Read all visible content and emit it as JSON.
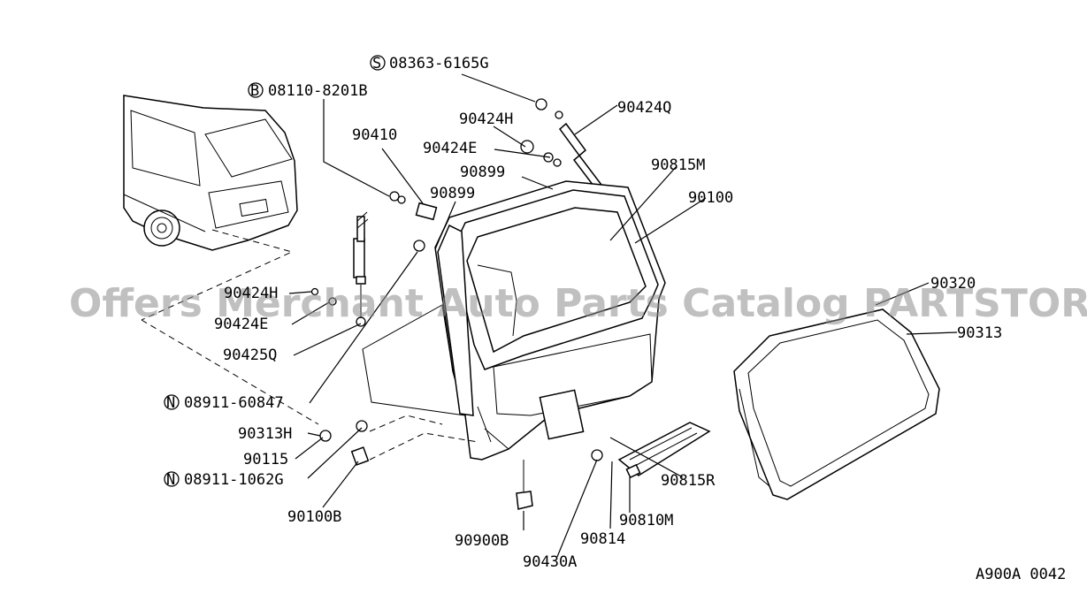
{
  "diagram": {
    "ref_code": "A900A 0042",
    "watermark": "Offers Merchant Auto Parts Catalog PARTSTORE.SA",
    "labels": {
      "s_bolt": "08363-6165G",
      "b_bolt": "08110-8201B",
      "p90410": "90410",
      "p90424H_top": "90424H",
      "p90424Q": "90424Q",
      "p90424E_top": "90424E",
      "p90899_a": "90899",
      "p90899_b": "90899",
      "p90815M": "90815M",
      "p90100": "90100",
      "p90424H_left": "90424H",
      "p90424E_left": "90424E",
      "p90425Q": "90425Q",
      "n_bolt_a": "08911-60847",
      "p90313H": "90313H",
      "p90115": "90115",
      "n_bolt_b": "08911-1062G",
      "p90100B": "90100B",
      "p90900B": "90900B",
      "p90430A": "90430A",
      "p90814": "90814",
      "p90810M": "90810M",
      "p90815R": "90815R",
      "p90320": "90320",
      "p90313": "90313"
    },
    "prefix_symbols": {
      "s": "S",
      "b": "B",
      "n": "N"
    }
  }
}
